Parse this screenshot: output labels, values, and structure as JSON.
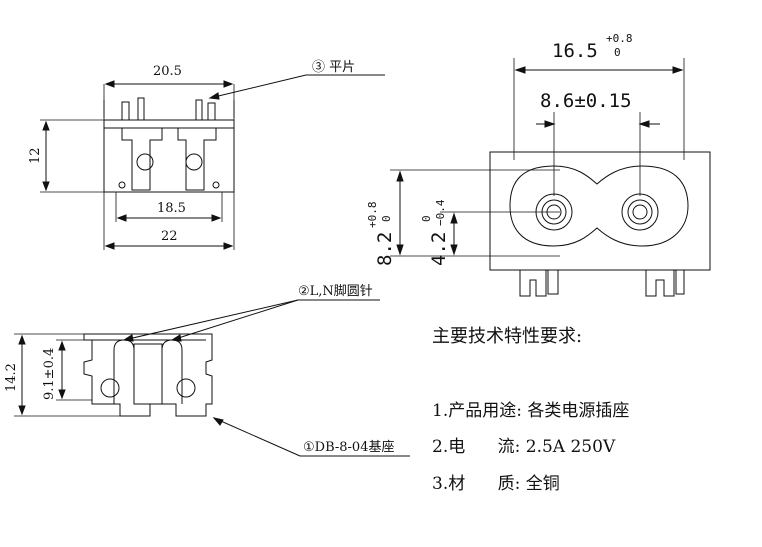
{
  "top_view": {
    "width_top": "20.5",
    "width_inner": "18.5",
    "width_bottom": "22",
    "height": "12",
    "callout_flat_pin": "③ 平片"
  },
  "side_view": {
    "callout_pins": "②L,N脚圆针",
    "callout_base": "①DB-8-04基座",
    "height_total": "14.2",
    "height_pin": "9.1±0.4"
  },
  "front_view": {
    "width_outer_main": "16.5",
    "width_outer_tol_upper": "+0.8",
    "width_outer_tol_lower": "0",
    "pin_spacing": "8.6±0.15",
    "height_main": "8.2",
    "height_tol_upper": "+0.8",
    "height_tol_lower": "0",
    "half_height_main": "4.2",
    "half_height_tol_upper": "0",
    "half_height_tol_lower": "−0.4"
  },
  "specs": {
    "heading": "主要技术特性要求:",
    "items": [
      "1.产品用途: 各类电源插座",
      "2.电      流: 2.5A 250V",
      "3.材      质: 全铜"
    ]
  }
}
